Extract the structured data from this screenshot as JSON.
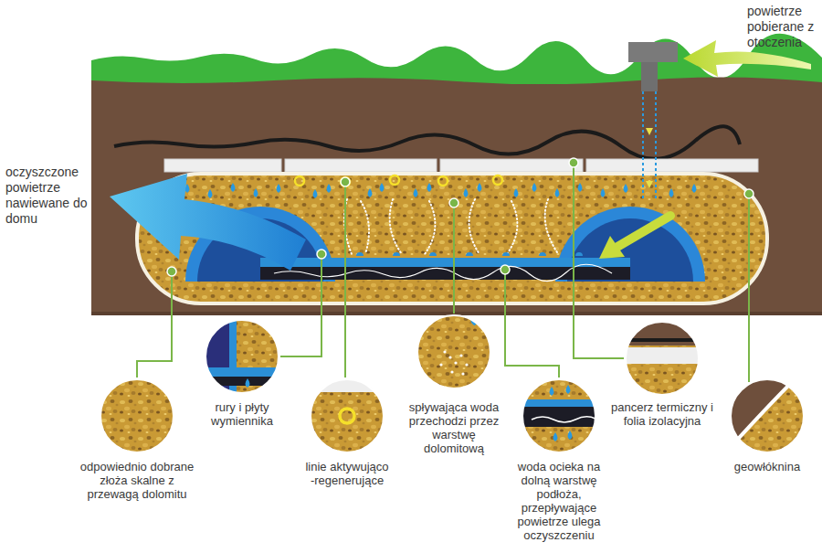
{
  "diagram": {
    "labels": [
      "powietrze pobierane z otoczenia",
      "oczyszczone powietrze nawiewane do domu",
      "odpowiednio dobrane złoża skalne z przewagą dolomitu",
      "rury i płyty wymiennika",
      "linie aktywująco -regenerujące",
      "spływająca woda przechodzi przez warstwę dolomitową",
      "woda ocieka na dolną warstwę podłoża, przepływające powietrze ulega oczyszczeniu",
      "pancerz termiczny i folia izolacyjna",
      "geowłóknina"
    ]
  }
}
